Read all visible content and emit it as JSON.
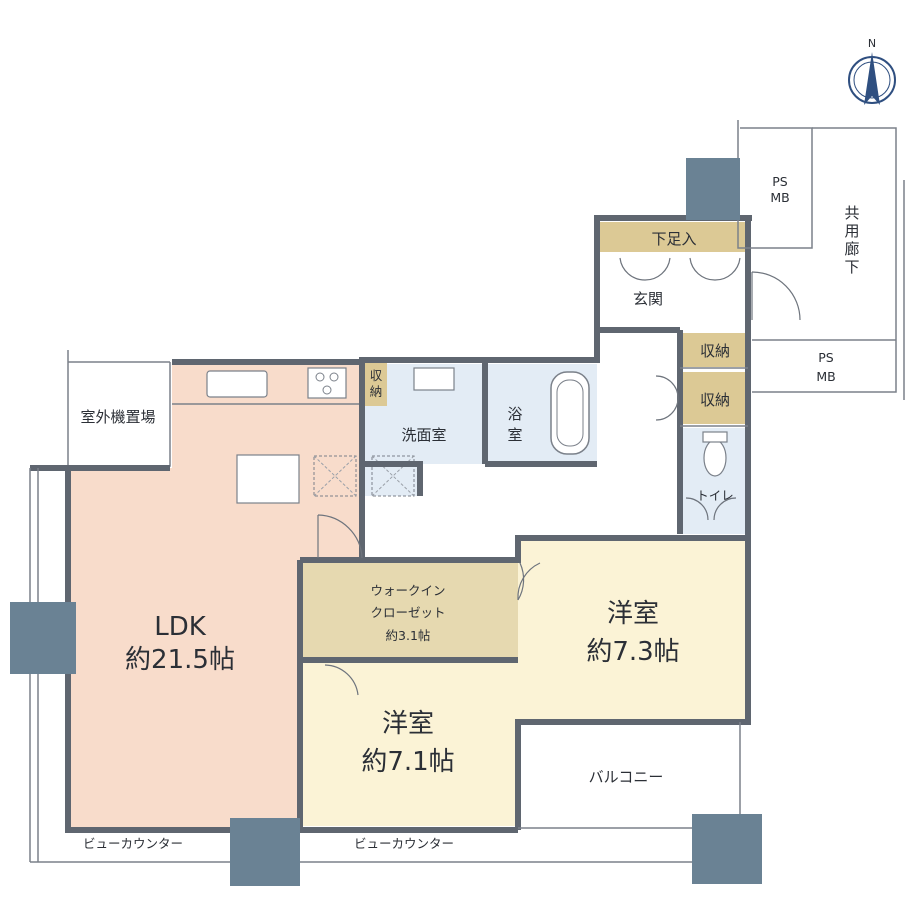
{
  "compass": {
    "north_label": "N",
    "icon": "compass-icon"
  },
  "rooms": {
    "ldk": {
      "name": "LDK",
      "size": "約21.5帖"
    },
    "western_1": {
      "name": "洋室",
      "size": "約7.3帖"
    },
    "western_2": {
      "name": "洋室",
      "size": "約7.1帖"
    },
    "walk_in_closet": {
      "line1": "ウォークイン",
      "line2": "クローゼット",
      "size": "約3.1帖"
    },
    "outdoor_unit": "室外機置場",
    "washroom": "洗面室",
    "bathroom": {
      "line1": "浴",
      "line2": "室"
    },
    "entrance": "玄関",
    "shoe_box": "下足入",
    "storage_small": {
      "line1": "収",
      "line2": "納"
    },
    "storage_1": "収納",
    "storage_2": "収納",
    "toilet": "トイレ",
    "ps_mb_top": {
      "line1": "PS",
      "line2": "MB"
    },
    "ps_mb_bottom": {
      "line1": "PS",
      "line2": "MB"
    },
    "corridor": {
      "line1": "共",
      "line2": "用",
      "line3": "廊",
      "line4": "下"
    },
    "balcony": "バルコニー",
    "view_counter_left": "ビューカウンター",
    "view_counter_right": "ビューカウンター"
  },
  "colors": {
    "ldk": "#f8dccb",
    "western": "#fbf3d6",
    "closet": "#e6d9b0",
    "storage": "#dcc995",
    "wet": "#e3ecf5",
    "pillar": "#6a8294",
    "wall": "#5f6670"
  }
}
